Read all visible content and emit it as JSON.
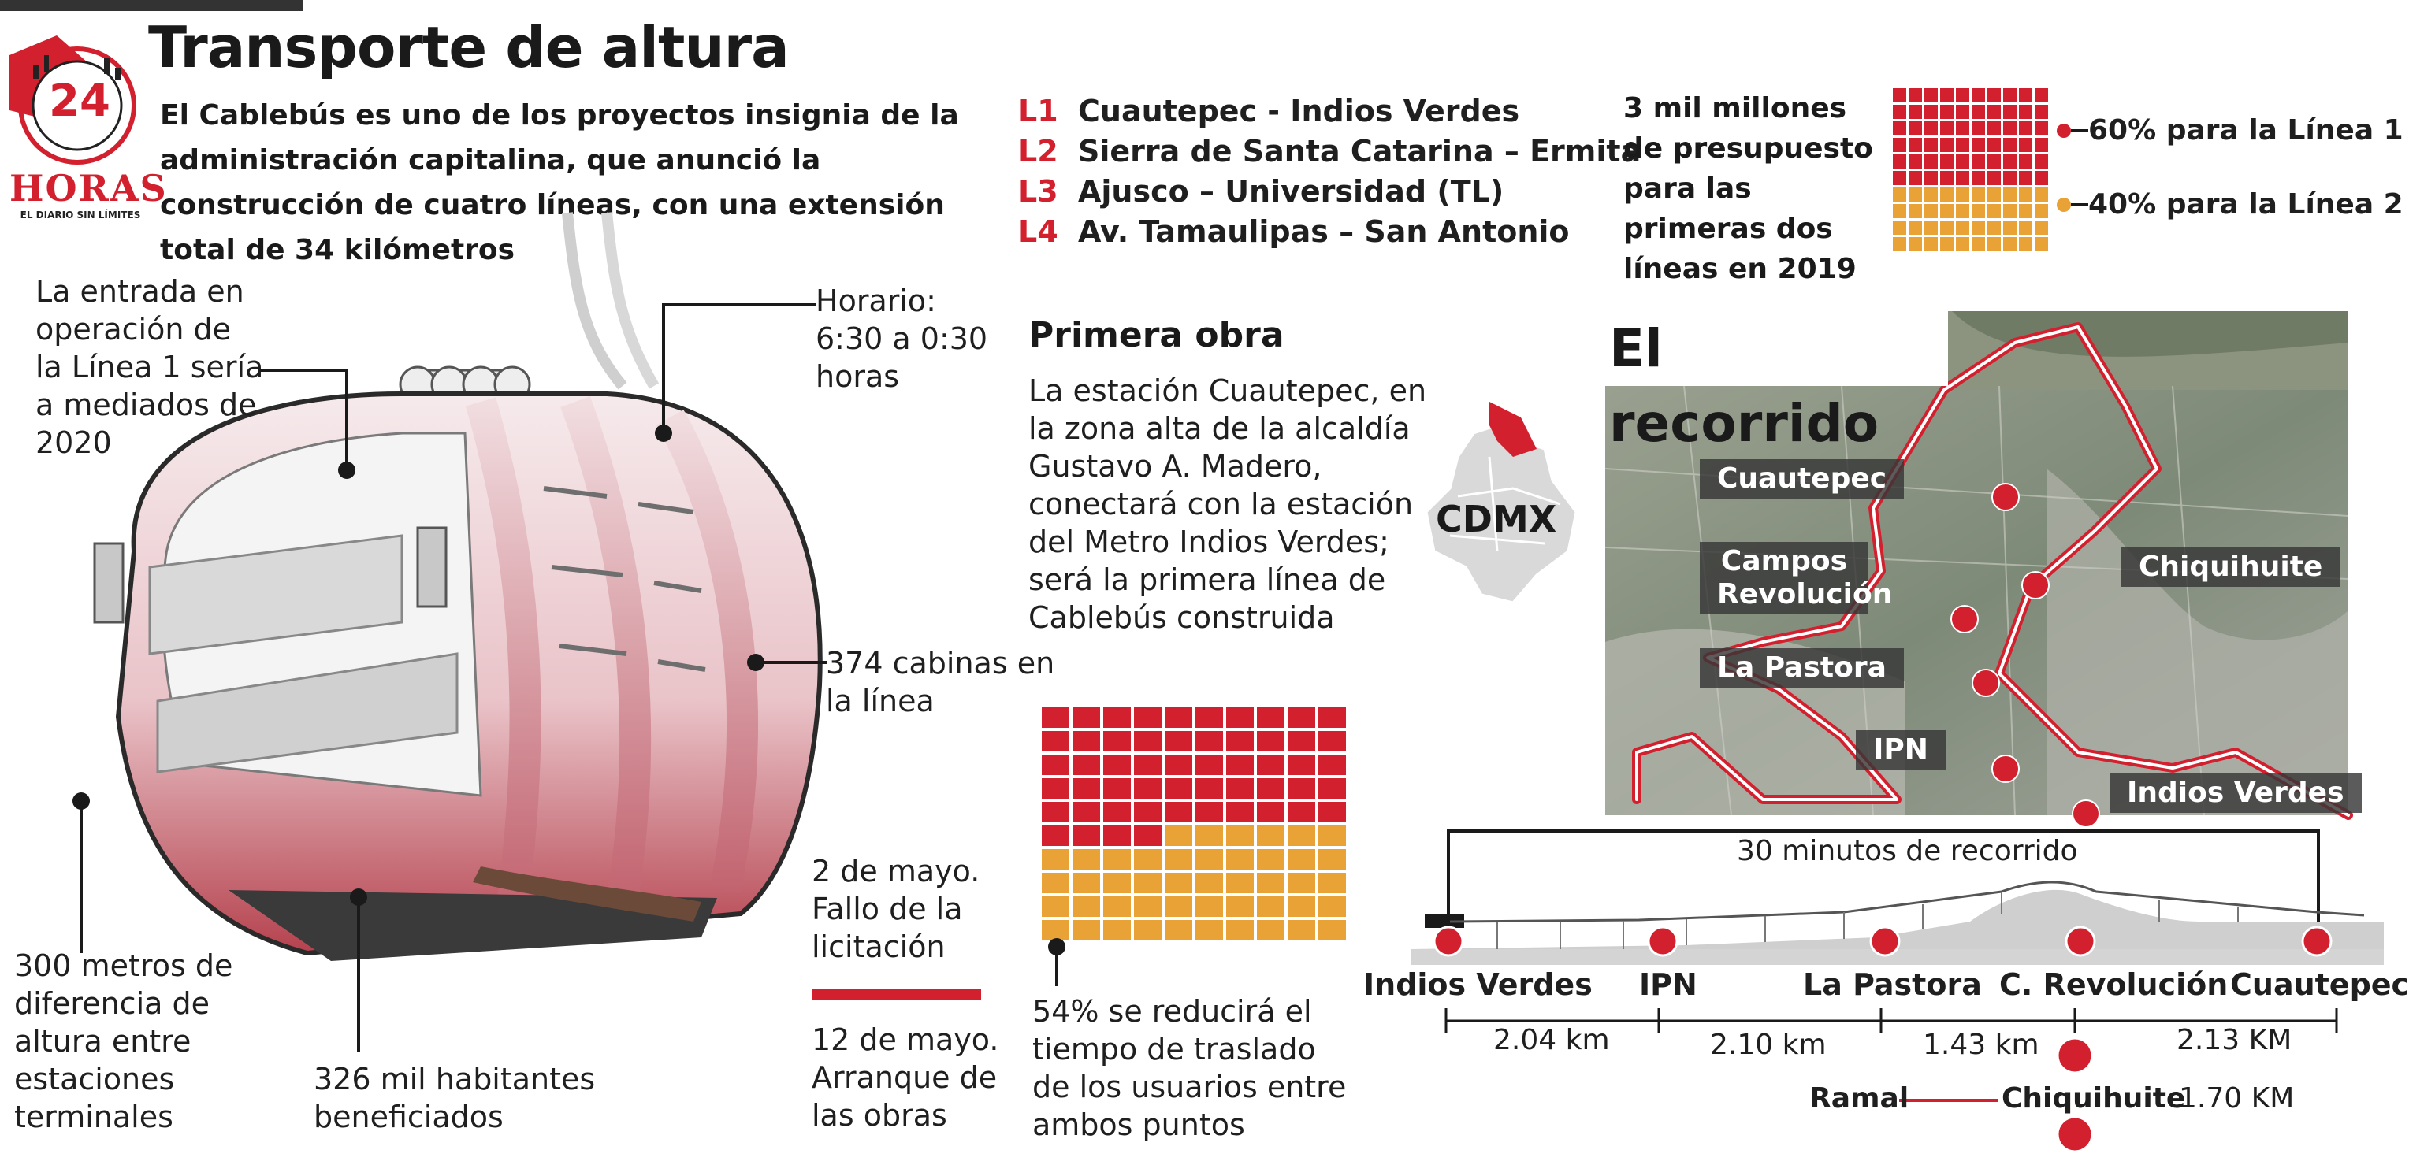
{
  "header": {
    "title": "Transporte de altura",
    "lead": "El Cablebús es uno de los proyectos insignia de la administración capitalina, que anunció la construcción de cuatro líneas, con una extensión total de 34 kilómetros",
    "logo": {
      "number": "24",
      "brand": "HORAS",
      "tagline": "EL DIARIO SIN LÍMITES"
    }
  },
  "lines": [
    {
      "code": "L1",
      "name": "Cuautepec - Indios Verdes"
    },
    {
      "code": "L2",
      "name": "Sierra de Santa Catarina – Ermita"
    },
    {
      "code": "L3",
      "name": "Ajusco – Universidad (TL)"
    },
    {
      "code": "L4",
      "name": "Av. Tamaulipas – San Antonio"
    }
  ],
  "budget": {
    "text": "3 mil millones de presupuesto para las primeras dos líneas en 2019",
    "legend": [
      {
        "label": "60% para la Línea 1",
        "color": "#d3202e"
      },
      {
        "label": "40% para la Línea 2",
        "color": "#e9a236"
      }
    ],
    "split": [
      60,
      40
    ]
  },
  "cabin_notes": {
    "entry": "La entrada en operación de la Línea 1 sería a mediados de 2020",
    "schedule": "Horario: 6:30 a 0:30 horas",
    "cabins": "374 cabinas en la línea",
    "altitude": "300 metros de diferencia de altura entre estaciones terminales",
    "residents": "326 mil habitantes beneficiados"
  },
  "timeline": {
    "first": "2 de mayo. Fallo de la licitación",
    "second": "12 de mayo. Arranque de las obras"
  },
  "first_work": {
    "heading": "Primera obra",
    "text": "La estación Cuautepec, en la zona alta de la alcaldía Gustavo A. Madero, conectará con la estación del Metro Indios Verdes; será la primera línea de Cablebús construida"
  },
  "cdmx_label": "CDMX",
  "time_reduction": {
    "text": "54% se reducirá el tiempo de traslado de los usuarios entre ambos puntos",
    "percent": 54
  },
  "route_map": {
    "title": "El recorrido",
    "labels": [
      "Cuautepec",
      "Campos Revolución",
      "La Pastora",
      "IPN",
      "Chiquihuite",
      "Indios Verdes"
    ]
  },
  "profile": {
    "duration": "30 minutos de recorrido",
    "stations": [
      "Indios Verdes",
      "IPN",
      "La Pastora",
      "C. Revolución",
      "Cuautepec"
    ],
    "distances": [
      "2.04 km",
      "2.10 km",
      "1.43 km",
      "2.13 KM"
    ],
    "branch": {
      "label": "Ramal",
      "station": "Chiquihuite",
      "distance": "1.70 KM"
    }
  },
  "colors": {
    "accent": "#d3202e",
    "orange": "#e9a236",
    "cabin": "#b5424e",
    "dark": "#1a1a1a"
  }
}
